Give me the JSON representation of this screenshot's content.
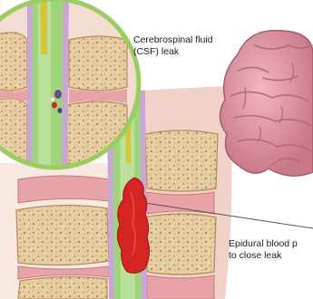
{
  "labels": {
    "csf_leak_line1": "Cerebrospinal fluid",
    "csf_leak_line2": "(CSF) leak",
    "patch_line1": "Epidural blood p",
    "patch_line2": "to close leak"
  },
  "colors": {
    "background": "#ffffff",
    "vertebra": "#e6cfa3",
    "vertebra_texture": "#c59a63",
    "vertebra_outline": "#b88958",
    "disc": "#e8a3a8",
    "csf_channel": "#9fd47c",
    "dura": "#c8a6d6",
    "nerve_root": "#d7c43a",
    "blood_patch": "#d42424",
    "brain": "#e6a1ad",
    "brain_fold": "#b86878",
    "inset_border": "#9ccc60"
  }
}
